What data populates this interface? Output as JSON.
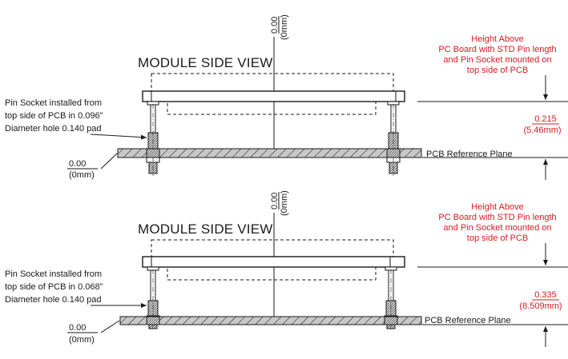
{
  "diagrams": [
    {
      "view_title": "MODULE SIDE VIEW",
      "top_datum": {
        "value": "0.00",
        "unit": "(0mm)"
      },
      "left_datum": {
        "value": "0.00",
        "unit": "(0mm)"
      },
      "height_note": [
        "Height Above",
        "PC Board with STD Pin length",
        "and Pin Socket mounted on",
        "top side of PCB"
      ],
      "height_value": "0.215",
      "height_unit": "(5.46mm)",
      "socket_note": [
        "Pin Socket installed from",
        "top side of PCB in 0.096”",
        "Diameter hole 0.140 pad"
      ],
      "pcb_label": "PCB Reference Plane"
    },
    {
      "view_title": "MODULE SIDE VIEW",
      "top_datum": {
        "value": "0.00",
        "unit": "(0mm)"
      },
      "left_datum": {
        "value": "0.00",
        "unit": "(0mm)"
      },
      "height_note": [
        "Height Above",
        "PC Board with STD Pin length",
        "and Pin Socket mounted on",
        "top side of PCB"
      ],
      "height_value": "0.335",
      "height_unit": "(8.509mm)",
      "socket_note": [
        "Pin Socket installed from",
        "top side of PCB in 0.068”",
        "Diameter hole 0.140 pad"
      ],
      "pcb_label": "PCB Reference Plane"
    }
  ],
  "colors": {
    "ink": "#1a1a1a",
    "accent": "#d71920",
    "pcb_fill": "#c8c8c8"
  }
}
